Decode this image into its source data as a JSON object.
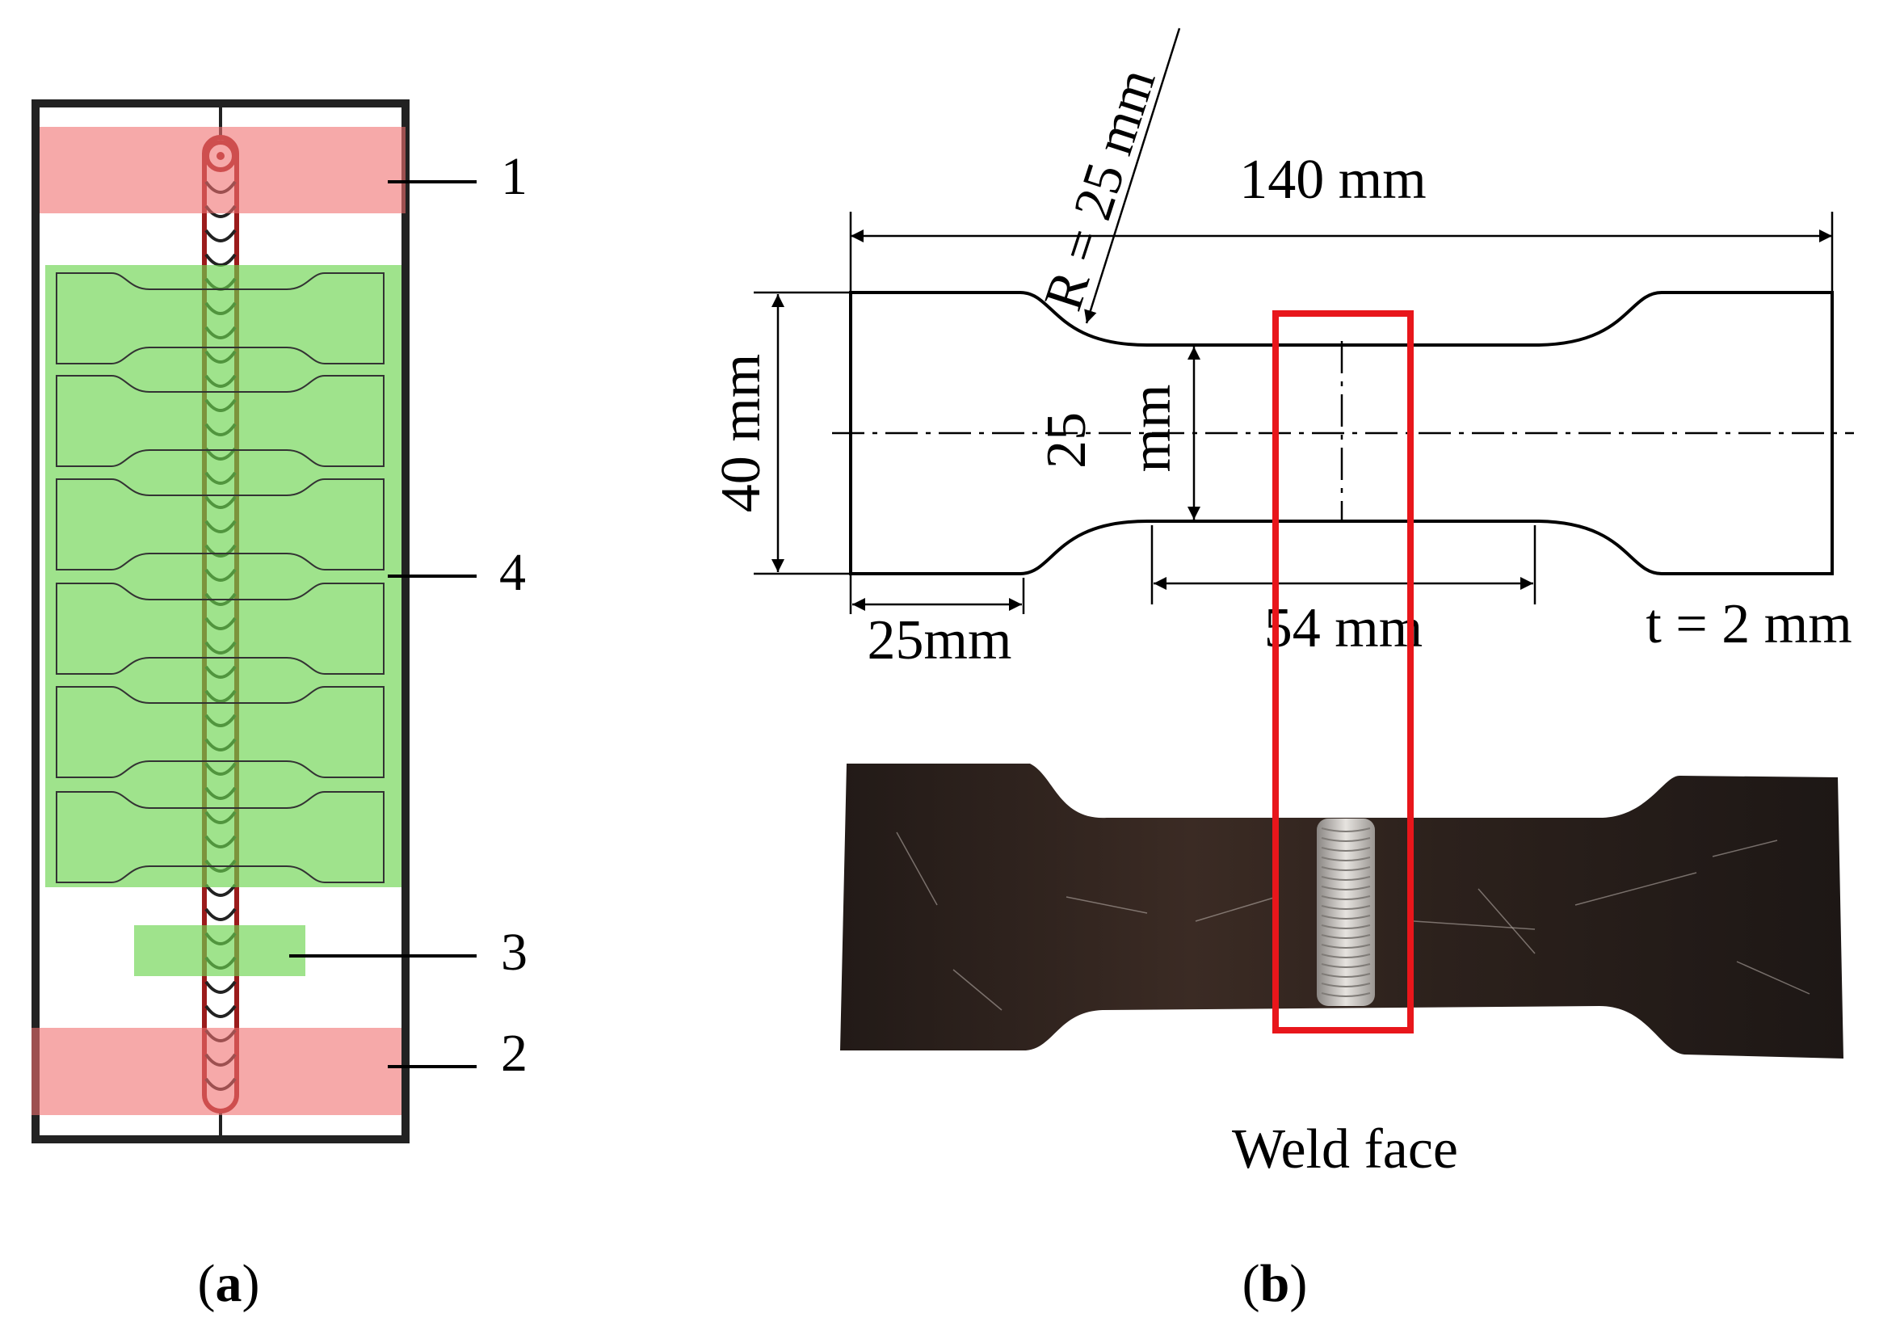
{
  "panel_a": {
    "callouts": [
      "1",
      "4",
      "3",
      "2"
    ],
    "caption": {
      "open": "(",
      "letter": "a",
      "close": ")"
    }
  },
  "panel_b": {
    "dimensions": {
      "overall_length": "140 mm",
      "radius": "R = 25 mm",
      "grip_width": "40 mm",
      "gauge_width_value": "25",
      "gauge_width_unit": "mm",
      "grip_length": "25mm",
      "gauge_length": "54 mm",
      "thickness": "t = 2 mm"
    },
    "photo_label": "Weld face",
    "caption": {
      "open": "(",
      "letter": "b",
      "close": ")"
    }
  },
  "colors": {
    "discard_zone": "#f4a5a5",
    "specimen_zone": "#8fdc78",
    "weld_bead": "#9b1c1c",
    "weld_box": "#e8161b",
    "photo_plate": "#2a1f1b"
  }
}
